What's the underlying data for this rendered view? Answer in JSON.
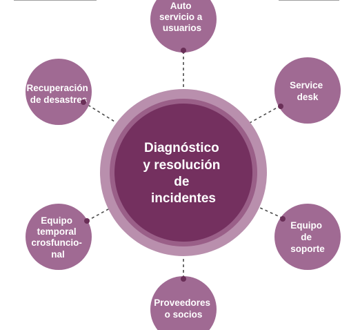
{
  "center": {
    "lines": [
      "Diagnóstico",
      "y resolución",
      "de",
      "incidentes"
    ]
  },
  "satellites": [
    {
      "id": "auto-servicio",
      "lines": [
        "Auto",
        "servicio a",
        "usuarios"
      ]
    },
    {
      "id": "service-desk",
      "lines": [
        "Service",
        "desk"
      ]
    },
    {
      "id": "equipo-soporte",
      "lines": [
        "Equipo",
        "de",
        "soporte"
      ]
    },
    {
      "id": "proveedores-socios",
      "lines": [
        "Proveedores",
        "o socios"
      ]
    },
    {
      "id": "equipo-temporal",
      "lines": [
        "Equipo",
        "temporal",
        "crosfuncio-",
        "nal"
      ]
    },
    {
      "id": "recuperacion-desastres",
      "lines": [
        "Recuperación",
        "de desastres"
      ]
    }
  ],
  "colors": {
    "center_fill": "#74305f",
    "center_ring": "#b98fad",
    "center_ring_inner": "#9a5f88",
    "satellite_fill": "#a06a93",
    "satellite_highlight": "#b386a8",
    "connector_dot": "#6a2f58",
    "connector_line": "#4a4a4a"
  }
}
